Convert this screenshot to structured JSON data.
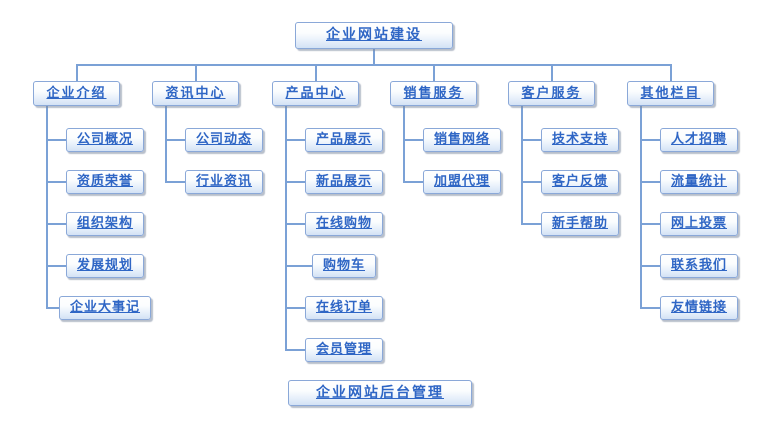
{
  "diagram": {
    "root": {
      "label": "企业网站建设"
    },
    "columns": [
      {
        "header": "企业介绍",
        "children": [
          "公司概况",
          "资质荣誉",
          "组织架构",
          "发展规划",
          "企业大事记"
        ]
      },
      {
        "header": "资讯中心",
        "children": [
          "公司动态",
          "行业资讯"
        ]
      },
      {
        "header": "产品中心",
        "children": [
          "产品展示",
          "新品展示",
          "在线购物",
          "购物车",
          "在线订单",
          "会员管理"
        ]
      },
      {
        "header": "销售服务",
        "children": [
          "销售网络",
          "加盟代理"
        ]
      },
      {
        "header": "客户服务",
        "children": [
          "技术支持",
          "客户反馈",
          "新手帮助"
        ]
      },
      {
        "header": "其他栏目",
        "children": [
          "人才招聘",
          "流量统计",
          "网上投票",
          "联系我们",
          "友情链接"
        ]
      }
    ],
    "footer": {
      "label": "企业网站后台管理"
    },
    "colors": {
      "node_text": "#2f66c5",
      "node_border": "#8aa8d8",
      "node_fill_top": "#ffffff",
      "node_fill_bottom": "#d3e2f5",
      "connector": "#7ba1d6",
      "background": "#ffffff"
    }
  }
}
